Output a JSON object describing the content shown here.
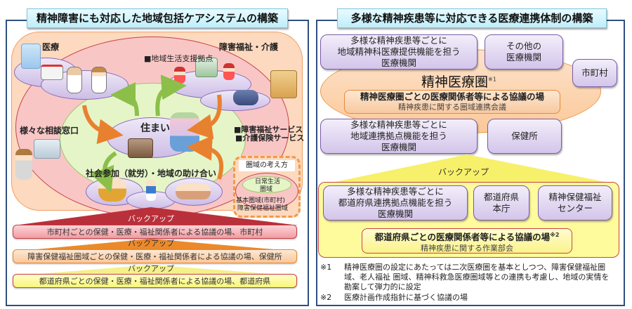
{
  "left_panel": {
    "title": "精神障害にも対応した地域包括ケアシステムの構築",
    "labels": {
      "medical": "医療",
      "welfare_care": "障害福祉・介護",
      "support_base": "■地域生活支援拠点",
      "consultation": "様々な相談窓口",
      "housing": "住まい",
      "services_1": "■障害福祉サービス",
      "services_2": "■介護保険サービス",
      "participation": "社会参加（就労）・地域の助け合い"
    },
    "area_concept": {
      "heading": "圏域の考え方",
      "daily_life_1": "日常生活",
      "daily_life_2": "圏域",
      "basic_area": "基本圏域(市町村)",
      "health_welfare_area": "障害保健福祉圏域"
    },
    "backup_label": "バックアップ",
    "bands": [
      {
        "text": "市町村ごとの保健・医療・福祉関係者による協議の場、市町村",
        "color": "#f5a3a8"
      },
      {
        "text": "障害保健福祉圏域ごとの保健・医療・福祉関係者による協議の場、保健所",
        "color": "#fcd4ae"
      },
      {
        "text": "都道府県ごとの保健・医療・福祉関係者による協議の場、都道府県",
        "color": "#fdfb9a"
      }
    ]
  },
  "right_panel": {
    "title": "多様な精神疾患等に対応できる医療連携体制の構築",
    "top_boxes": {
      "regional_psych": "多様な精神疾患等ごとに\n地域精神科医療提供機能を担う\n医療機関",
      "other_medical": "その他の\n医療機関",
      "municipality": "市町村"
    },
    "psych_area": {
      "title": "精神医療圏",
      "note_mark": "※1",
      "council": "精神医療圏ごとの医療関係者等による協議の場",
      "council_sub": "精神疾患に関する圏域連携会議"
    },
    "middle_boxes": {
      "regional_hub": "多様な精神疾患等ごとに\n地域連携拠点機能を担う\n医療機関",
      "health_center": "保健所"
    },
    "backup_label": "バックアップ",
    "prefecture_boxes": {
      "prefectural_hub": "多様な精神疾患等ごとに\n都道府県連携拠点機能を担う\n医療機関",
      "pref_office": "都道府県\n本庁",
      "mental_center": "精神保健福祉\nセンター"
    },
    "pref_council": {
      "title": "都道府県ごとの医療関係者等による協議の場",
      "note_mark": "※2",
      "sub": "精神疾患に関する作業部会"
    },
    "notes": [
      {
        "mark": "※1",
        "text": "精神医療圏の設定にあたっては二次医療圏を基本としつつ、障害保健福祉圏域、老人福祉 圏域、精神科救急医療圏域等との連携も考慮し、地域の実情を勘案して弾力的に設定"
      },
      {
        "mark": "※2",
        "text": "医療計画作成指針に基づく協議の場"
      }
    ]
  },
  "colors": {
    "panel_border": "#2f4f7f",
    "title_bg": "#cdf2fb",
    "outer_orange": "#fcd9bf",
    "pink_area": "#f9c6c6",
    "green_area": "#e6f5c8",
    "purple_node": "#d6c8ec",
    "arrow_orange": "#e8812f",
    "arrow_green": "#8cbf4a",
    "yellow_backup": "#fdfb9a"
  }
}
